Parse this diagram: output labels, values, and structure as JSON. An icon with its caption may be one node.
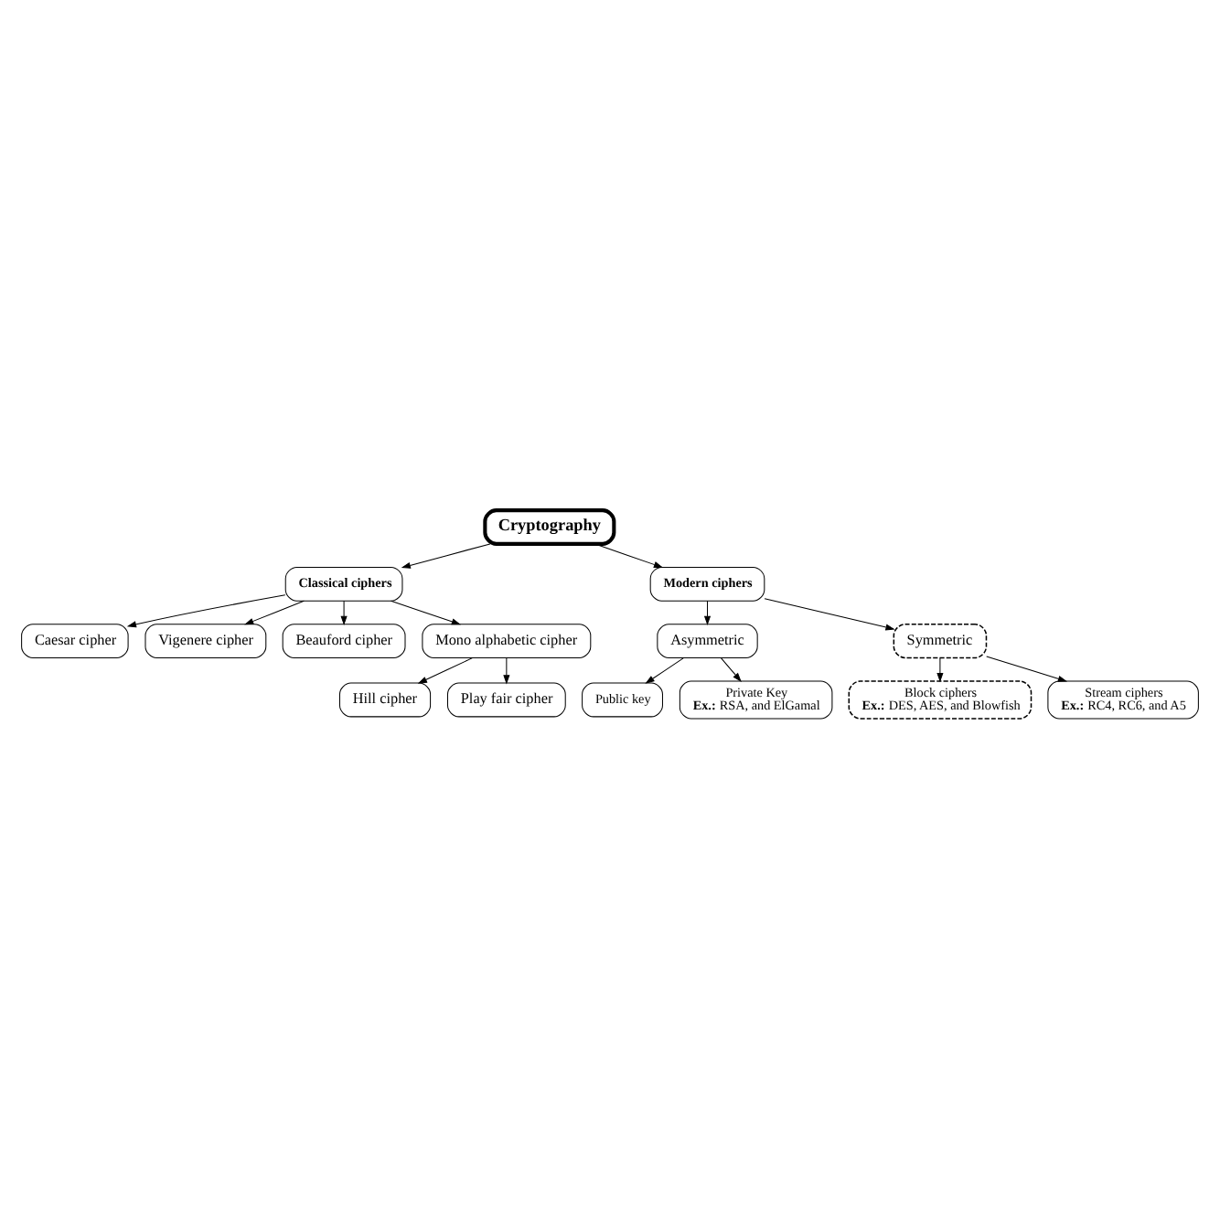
{
  "diagram": {
    "nodes": [
      {
        "text": [
          "Cryptography"
        ]
      },
      {
        "text": [
          "Classical ciphers"
        ]
      },
      {
        "text": [
          "Caesar cipher"
        ]
      },
      {
        "text": [
          "Vigenere cipher"
        ]
      },
      {
        "text": [
          "Beauford cipher"
        ]
      },
      {
        "text": [
          "Mono alphabetic cipher"
        ]
      },
      {
        "text": [
          "Hill cipher"
        ]
      },
      {
        "text": [
          "Play fair cipher"
        ]
      },
      {
        "text": [
          "Modern ciphers"
        ]
      },
      {
        "text": [
          "Asymmetric"
        ]
      },
      {
        "text": [
          "Public key"
        ]
      },
      {
        "text": [
          "Private Key",
          "**Ex.:** RSA, and ElGamal"
        ]
      },
      {
        "text": [
          "Symmetric"
        ]
      },
      {
        "text": [
          "Block ciphers",
          "**Ex.:** DES, AES, and Blowfish"
        ]
      },
      {
        "text": [
          "Stream ciphers",
          "**Ex.:** RC4, RC6, and A5"
        ]
      }
    ],
    "edges": [
      {
        "from": 0,
        "to": 1,
        "arrow": "to"
      },
      {
        "from": 0,
        "to": 8,
        "arrow": "to"
      },
      {
        "from": 1,
        "to": 2,
        "arrow": "to"
      },
      {
        "from": 1,
        "to": 3,
        "arrow": "to"
      },
      {
        "from": 1,
        "to": 4,
        "arrow": "to"
      },
      {
        "from": 1,
        "to": 5,
        "arrow": "to"
      },
      {
        "from": 5,
        "to": 6,
        "arrow": "to"
      },
      {
        "from": 5,
        "to": 7,
        "arrow": "to"
      },
      {
        "from": 8,
        "to": 9,
        "arrow": "to"
      },
      {
        "from": 8,
        "to": 12,
        "arrow": "to"
      },
      {
        "from": 9,
        "to": 10,
        "arrow": "to"
      },
      {
        "from": 9,
        "to": 11,
        "arrow": "to"
      },
      {
        "from": 12,
        "to": 13,
        "arrow": "to"
      },
      {
        "from": 12,
        "to": 14,
        "arrow": "to"
      }
    ]
  }
}
